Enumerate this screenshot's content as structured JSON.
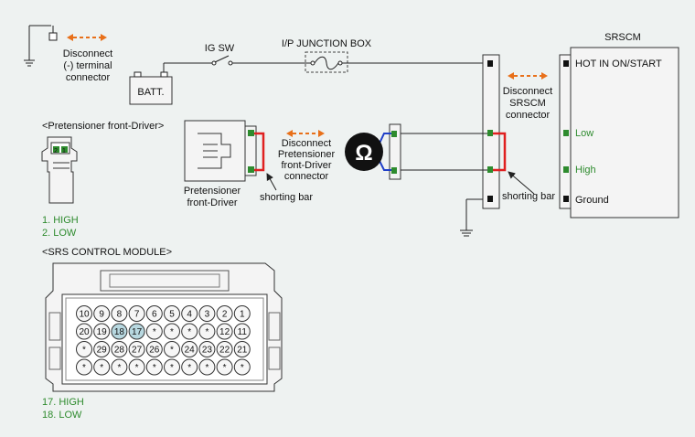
{
  "labels": {
    "disconnect_neg_terminal": [
      "Disconnect",
      "(-) terminal",
      "connector"
    ],
    "ig_sw": "IG SW",
    "ip_junction_box": "I/P JUNCTION BOX",
    "batt": "BATT.",
    "srscm_title": "SRSCM",
    "hot_in": "HOT IN ON/START",
    "disconnect_srscm": [
      "Disconnect",
      "SRSCM",
      "connector"
    ],
    "pretensioner_header": "<Pretensioner front-Driver>",
    "disconnect_pretensioner": [
      "Disconnect",
      "Pretensioner",
      "front-Driver",
      "connector"
    ],
    "low": "Low",
    "high": "High",
    "ground": "Ground",
    "pretensioner_label": [
      "Pretensioner",
      "front-Driver"
    ],
    "shorting_bar_left": "shorting bar",
    "shorting_bar_right": "shorting bar",
    "ohm": "Ω",
    "pretensioner_pins": [
      "1. HIGH",
      "2. LOW"
    ],
    "srs_module_header": "<SRS CONTROL MODULE>",
    "srs_pins": [
      "17. HIGH",
      "18. LOW"
    ],
    "small_connector_pins": [
      "2",
      "1"
    ]
  },
  "connector_rows": [
    [
      "10",
      "9",
      "8",
      "7",
      "6",
      "5",
      "4",
      "3",
      "2",
      "1"
    ],
    [
      "20",
      "19",
      "18",
      "17",
      "*",
      "*",
      "*",
      "*",
      "12",
      "11"
    ],
    [
      "*",
      "29",
      "28",
      "27",
      "26",
      "*",
      "24",
      "23",
      "22",
      "21"
    ],
    [
      "*",
      "*",
      "*",
      "*",
      "*",
      "*",
      "*",
      "*",
      "*",
      "*"
    ]
  ],
  "highlighted_pins": [
    "17",
    "18"
  ],
  "colors": {
    "orange": "#e8701a",
    "red": "#e02020",
    "blue": "#2040c8",
    "green": "#2e8b2e",
    "highlight": "#b8d8e0"
  }
}
